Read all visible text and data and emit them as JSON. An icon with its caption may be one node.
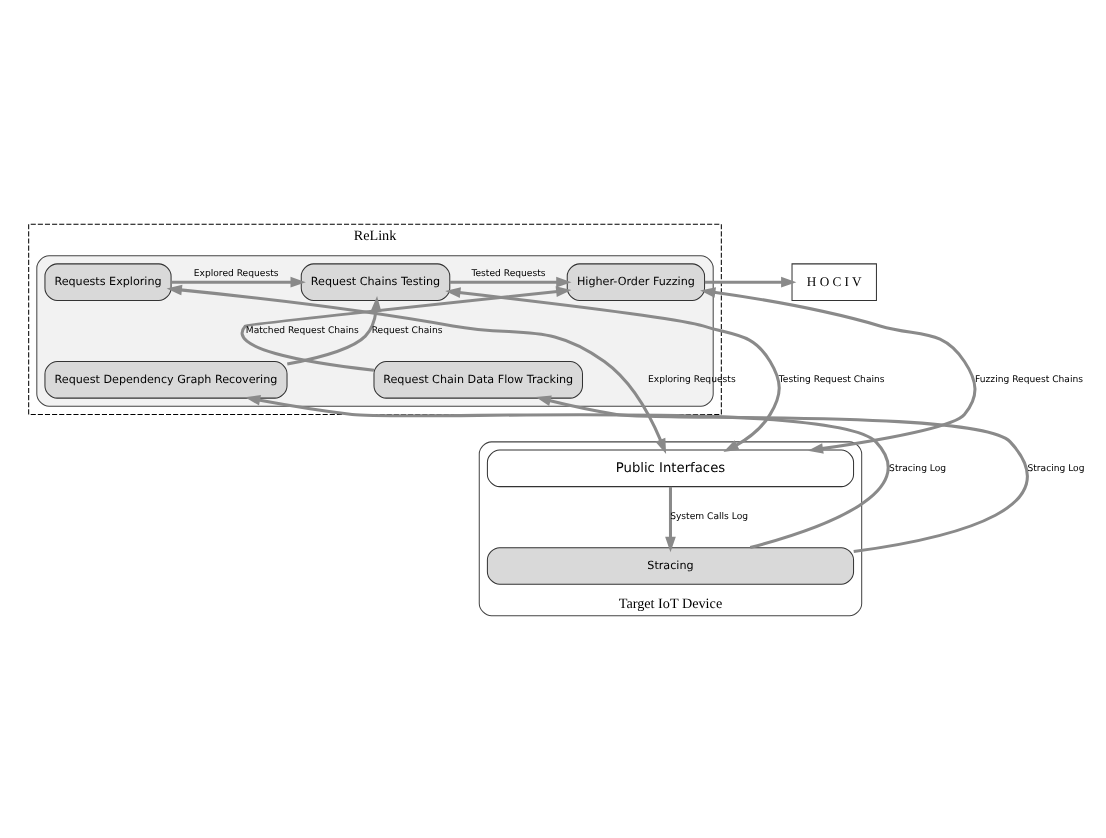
{
  "diagram": {
    "nodes": [
      {
        "text": [
          "ReLink"
        ]
      },
      {
        "text": [],
        "shape": "box",
        "in": 0
      },
      {
        "text": [
          "Requests Exploring"
        ],
        "in": 1
      },
      {
        "text": [
          "Request Chains Testing"
        ],
        "in": 1
      },
      {
        "text": [
          "Higher-Order Fuzzing"
        ],
        "in": 1
      },
      {
        "text": [
          "Request Dependency Graph Recovering"
        ],
        "in": 1
      },
      {
        "text": [
          "Request Chain Data Flow Tracking"
        ],
        "in": 1
      },
      {
        "text": [
          "H O C I V"
        ]
      },
      {
        "text": [
          "Target IoT Device"
        ]
      },
      {
        "text": [
          "Public Interfaces"
        ],
        "in": 8
      },
      {
        "text": [
          "Stracing"
        ],
        "in": 8
      }
    ],
    "edges": [
      {
        "from": 2,
        "to": 3,
        "arrow": "to",
        "label": "Explored Requests"
      },
      {
        "from": 3,
        "to": 4,
        "arrow": "to",
        "label": "Tested Requests"
      },
      {
        "from": 5,
        "to": 3,
        "arrow": "to",
        "label": "Request Chains"
      },
      {
        "from": 6,
        "to": 4,
        "arrow": "to",
        "label": "Matched Request Chains"
      },
      {
        "from": 4,
        "to": 7,
        "arrow": "to"
      },
      {
        "from": 2,
        "to": 9,
        "arrow": "both",
        "label": "Exploring Requests"
      },
      {
        "from": 3,
        "to": 9,
        "arrow": "both",
        "label": "Testing Request Chains"
      },
      {
        "from": 4,
        "to": 9,
        "arrow": "both",
        "label": "Fuzzing Request Chains"
      },
      {
        "from": 10,
        "to": 5,
        "arrow": "to",
        "label": "Stracing Log"
      },
      {
        "from": 10,
        "to": 6,
        "arrow": "to",
        "label": "Stracing Log"
      },
      {
        "from": 9,
        "to": 10,
        "arrow": "to",
        "label": "System Calls Log"
      }
    ]
  }
}
